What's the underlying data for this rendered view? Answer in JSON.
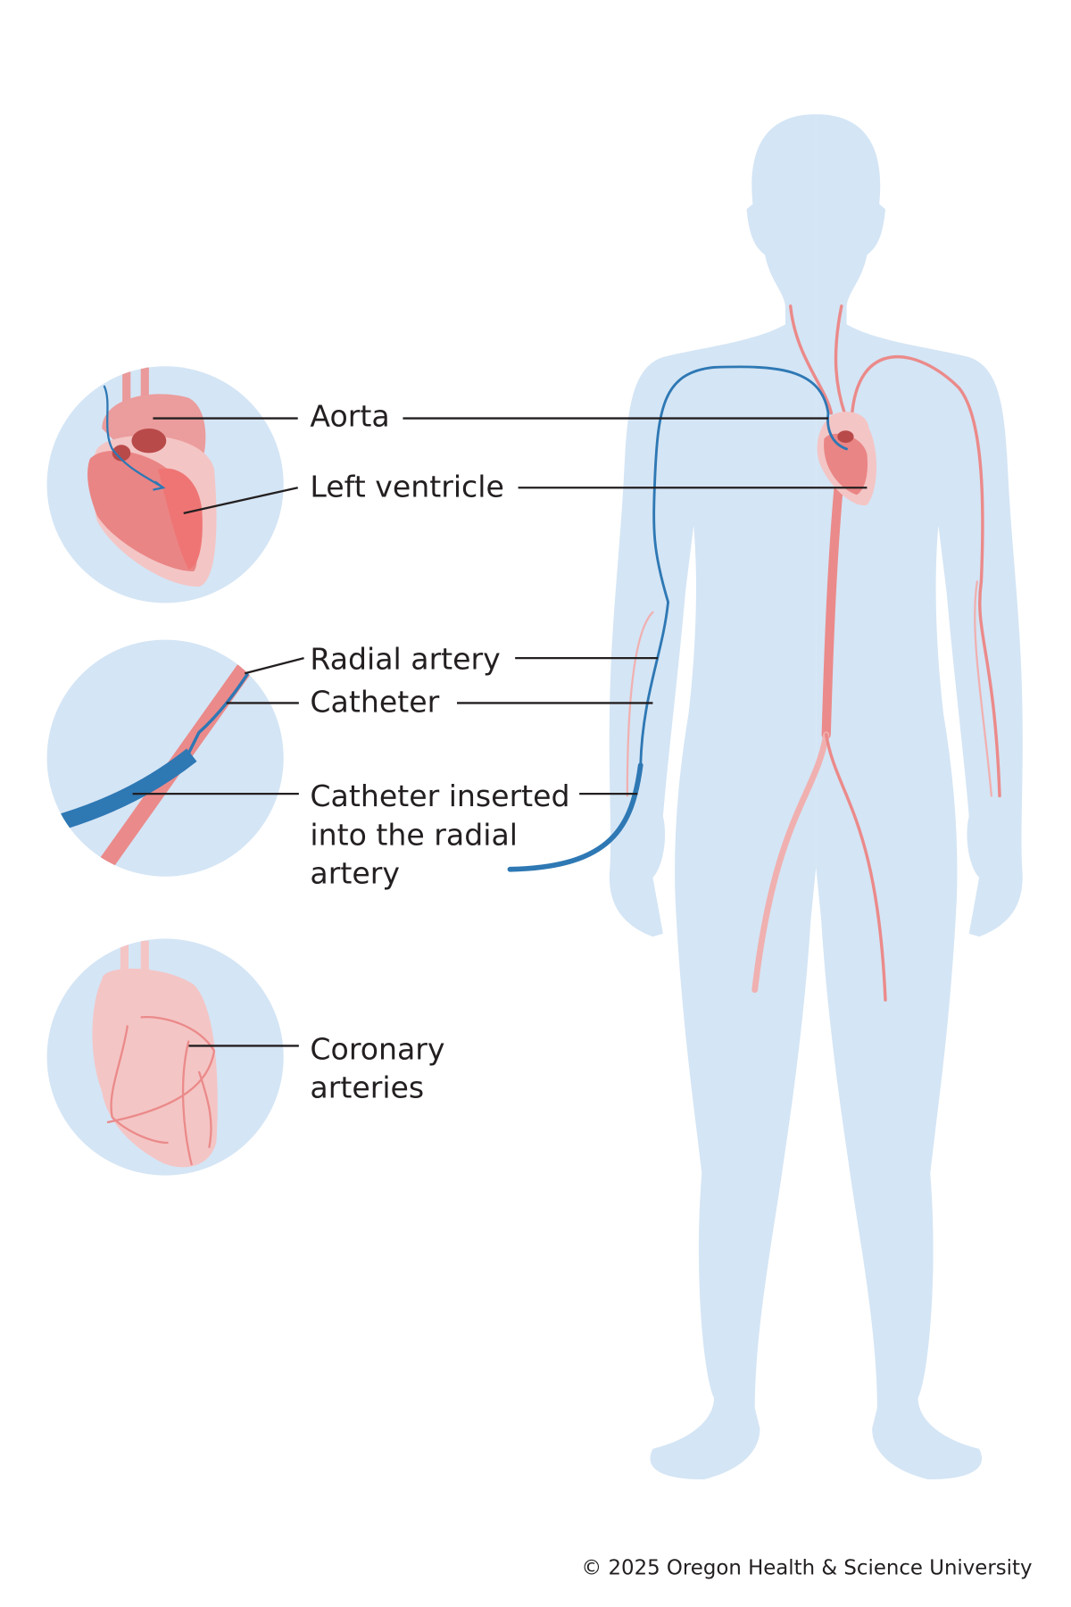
{
  "labels": {
    "aorta": "Aorta",
    "left_ventricle": "Left ventricle",
    "radial_artery": "Radial artery",
    "catheter": "Catheter",
    "catheter_inserted": [
      "Catheter inserted",
      "into the radial",
      "artery"
    ],
    "coronary_arteries": [
      "Coronary",
      "arteries"
    ]
  },
  "copyright": "© 2025 Oregon Health & Science University",
  "colors": {
    "body": "#d4e5f5",
    "artery": "#eb8a8a",
    "artery_light": "#f4c5c5",
    "heart": "#ea8585",
    "catheter": "#2e78b4",
    "text": "#231f20"
  }
}
